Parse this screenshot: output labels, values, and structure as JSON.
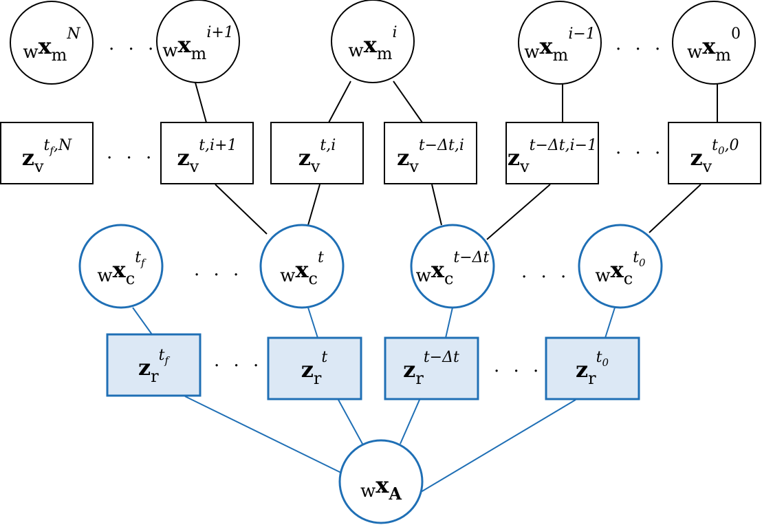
{
  "colors": {
    "black": "#000000",
    "blue": "#1f6fb5",
    "box_fill_blue": "#dce8f5"
  },
  "ellipsis": ". . .",
  "nodes": {
    "map_N": {
      "prefix": "w",
      "base": "x",
      "sub": "m",
      "sup": "N"
    },
    "map_i1": {
      "prefix": "w",
      "base": "x",
      "sub": "m",
      "sup": "i+1"
    },
    "map_i": {
      "prefix": "w",
      "base": "x",
      "sub": "m",
      "sup": "i"
    },
    "map_im1": {
      "prefix": "w",
      "base": "x",
      "sub": "m",
      "sup": "i−1"
    },
    "map_0": {
      "prefix": "w",
      "base": "x",
      "sub": "m",
      "sup": "0"
    },
    "zv_tfN": {
      "prefix": "",
      "base": "z",
      "sub": "v",
      "sup": "t_f,N"
    },
    "zv_ti1": {
      "prefix": "",
      "base": "z",
      "sub": "v",
      "sup": "t,i+1"
    },
    "zv_ti": {
      "prefix": "",
      "base": "z",
      "sub": "v",
      "sup": "t,i"
    },
    "zv_tdti": {
      "prefix": "",
      "base": "z",
      "sub": "v",
      "sup": "t−Δt,i"
    },
    "zv_tdtim1": {
      "prefix": "",
      "base": "z",
      "sub": "v",
      "sup": "t−Δt,i−1"
    },
    "zv_t00": {
      "prefix": "",
      "base": "z",
      "sub": "v",
      "sup": "t_0,0"
    },
    "cam_tf": {
      "prefix": "w",
      "base": "x",
      "sub": "c",
      "sup": "t_f"
    },
    "cam_t": {
      "prefix": "w",
      "base": "x",
      "sub": "c",
      "sup": "t"
    },
    "cam_tdt": {
      "prefix": "w",
      "base": "x",
      "sub": "c",
      "sup": "t−Δt"
    },
    "cam_t0": {
      "prefix": "w",
      "base": "x",
      "sub": "c",
      "sup": "t_0"
    },
    "zr_tf": {
      "prefix": "",
      "base": "z",
      "sub": "r",
      "sup": "t_f"
    },
    "zr_t": {
      "prefix": "",
      "base": "z",
      "sub": "r",
      "sup": "t"
    },
    "zr_tdt": {
      "prefix": "",
      "base": "z",
      "sub": "r",
      "sup": "t−Δt"
    },
    "zr_t0": {
      "prefix": "",
      "base": "z",
      "sub": "r",
      "sup": "t_0"
    },
    "anchor": {
      "prefix": "w",
      "base": "x",
      "sub": "A",
      "sup": ""
    }
  }
}
